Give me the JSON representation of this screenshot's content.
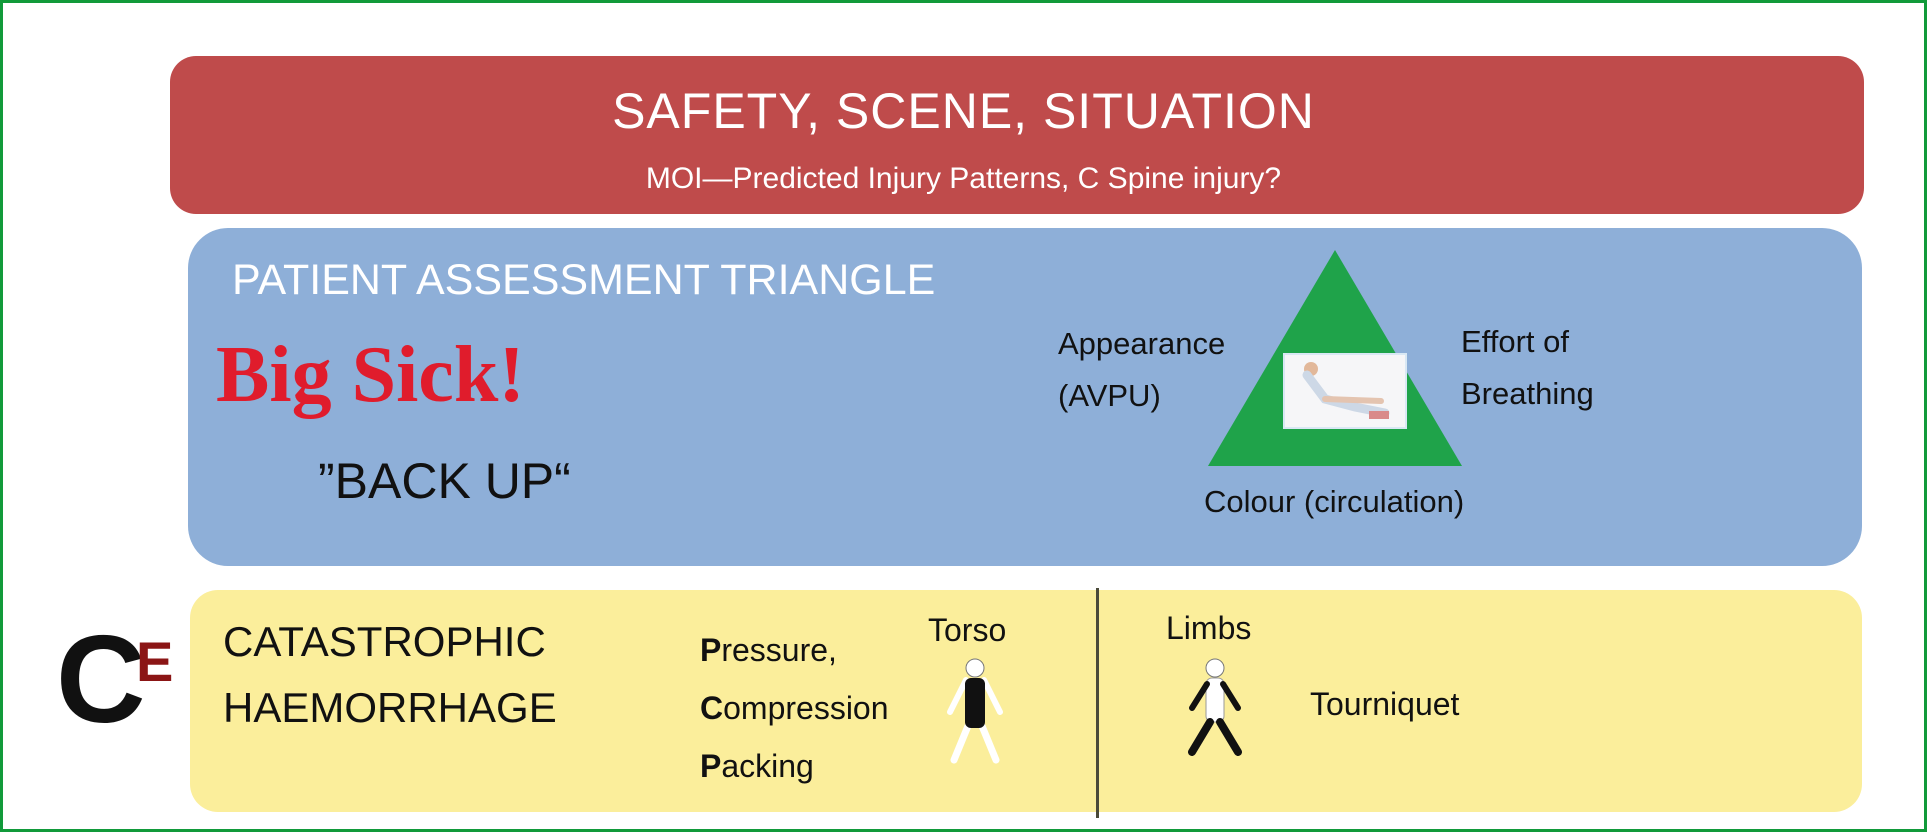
{
  "safety": {
    "title": "SAFETY, SCENE, SITUATION",
    "subtitle": "MOI—Predicted Injury Patterns, C Spine injury?"
  },
  "assessment": {
    "title": "PATIENT ASSESSMENT TRIANGLE",
    "big_sick": "Big Sick!",
    "back_up": "”BACK UP“",
    "appearance_line1": "Appearance",
    "appearance_line2": "(AVPU)",
    "effort_line1": "Effort of",
    "effort_line2": "Breathing",
    "colour": "Colour (circulation)"
  },
  "haemorrhage": {
    "ce_letter": "C",
    "ce_superscript": "E",
    "title_line1": "CATASTROPHIC",
    "title_line2": "HAEMORRHAGE",
    "pressure_initial": "P",
    "pressure_rest": "ressure,",
    "compression_initial": "C",
    "compression_rest": "ompression",
    "packing_initial": "P",
    "packing_rest": "acking",
    "torso": "Torso",
    "limbs": "Limbs",
    "tourniquet": "Tourniquet"
  },
  "colors": {
    "red_panel": "#bf4b4b",
    "blue_panel": "#8eafd8",
    "yellow_panel": "#fbee9b",
    "triangle": "#1fa34a",
    "big_sick": "#e01c2c",
    "frame": "#119a3a"
  },
  "icons": [
    "triangle-icon",
    "patient-photo",
    "torso-figure-icon",
    "limbs-figure-icon"
  ]
}
